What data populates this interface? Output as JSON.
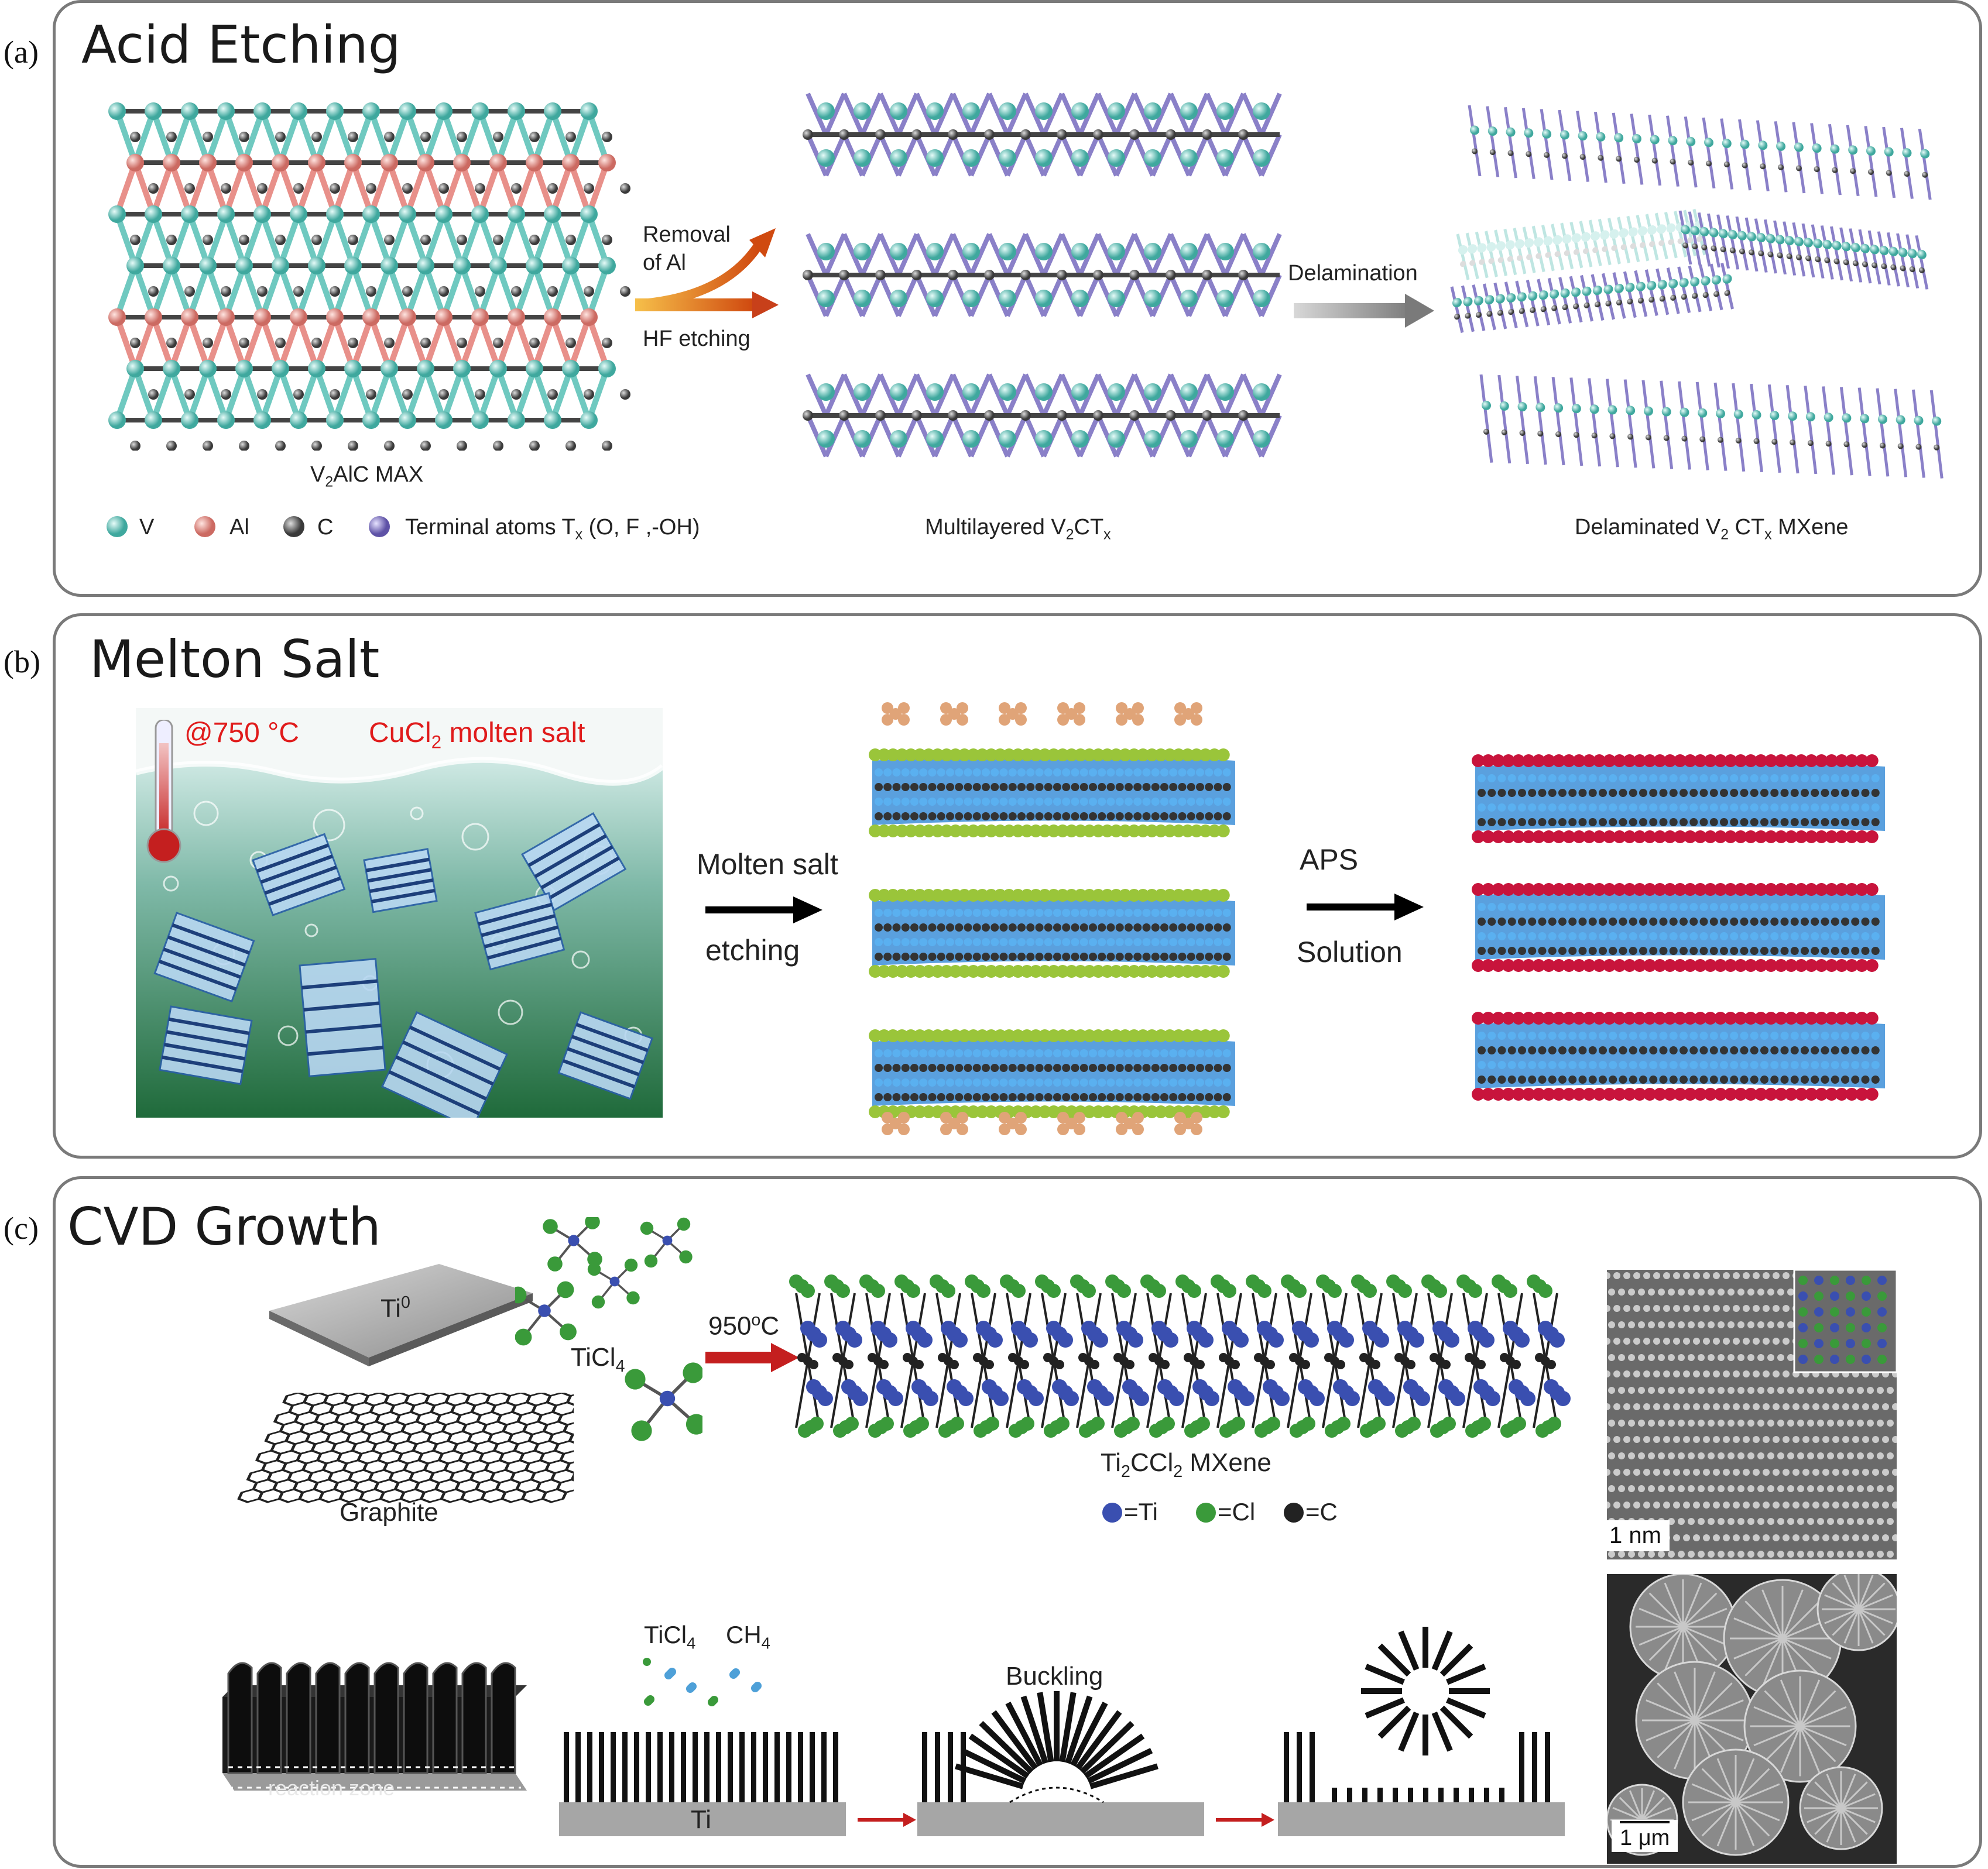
{
  "panels": {
    "a": {
      "letter": "(a)",
      "title": "Acid Etching",
      "max_label_main": "V",
      "max_label_sub": "2",
      "max_label_rest": "AlC MAX",
      "arrow1_top1": "Removal",
      "arrow1_top2": "of Al",
      "arrow1_bottom": "HF etching",
      "arrow2_label": "Delamination",
      "multi_label_pre": "Multilayered V",
      "multi_label_sub": "2",
      "multi_label_mid": "CT",
      "multi_label_sub2": "x",
      "delam_label_pre": "Delaminated V",
      "delam_label_sub": "2",
      "delam_label_mid": " CT",
      "delam_label_sub2": "x",
      "delam_label_post": " MXene",
      "legend": {
        "v": "V",
        "al": "Al",
        "c": "C",
        "t_pre": "Terminal atoms T",
        "t_sub": "x",
        "t_post": " (O, F ,-OH)"
      }
    },
    "b": {
      "letter": "(b)",
      "title": "Melton Salt",
      "temp": "@750 °C",
      "salt_pre": "CuCl",
      "salt_sub": "2",
      "salt_post": " molten salt",
      "arrow1_top": "Molten salt",
      "arrow1_bottom": "etching",
      "arrow2_top": "APS",
      "arrow2_bottom": "Solution"
    },
    "c": {
      "letter": "(c)",
      "title": "CVD Growth",
      "ti0_main": "Ti",
      "ti0_sup": "0",
      "ticl4_main": "TiCl",
      "ticl4_sub": "4",
      "graphite": "Graphite",
      "temp_main": "950",
      "temp_sup": "o",
      "temp_post": "C",
      "mxene_pre": "Ti",
      "mxene_sub": "2",
      "mxene_mid": "CCl",
      "mxene_sub2": "2",
      "mxene_post": " MXene",
      "legend_ti": "=Ti",
      "legend_cl": "=Cl",
      "legend_c": "=C",
      "scale1": "1 nm",
      "scale2": "1 μm",
      "reaction_zone": "reaction zone",
      "gas_ticl4_main": "TiCl",
      "gas_ticl4_sub": "4",
      "gas_ch4_main": "CH",
      "gas_ch4_sub": "4",
      "substrate": "Ti",
      "buckling": "Buckling"
    }
  },
  "colors": {
    "vanadium": "#6fc9c0",
    "aluminum": "#e8908a",
    "carbon": "#555555",
    "terminal": "#8a80c8",
    "ti_blue": "#3a4fb0",
    "cl_green": "#3a9a3a",
    "mx_blue": "#3d8fd8",
    "crimson": "#c8143c",
    "salt_red": "#e01b1b"
  }
}
